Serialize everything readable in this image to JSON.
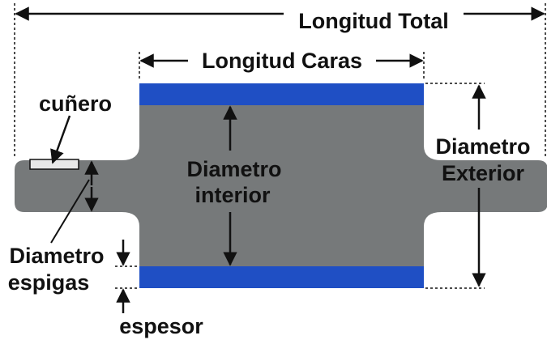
{
  "labels": {
    "longitud_total": "Longitud Total",
    "longitud_caras": "Longitud Caras",
    "cunero": "cuñero",
    "diametro_interior_line1": "Diametro",
    "diametro_interior_line2": "interior",
    "diametro_exterior_line1": "Diametro",
    "diametro_exterior_line2": "Exterior",
    "diametro_espigas_line1": "Diametro",
    "diametro_espigas_line2": "espigas",
    "espesor": "espesor"
  },
  "colors": {
    "roller_body": "#76797a",
    "face_bands": "#1f4fc4",
    "background": "#ffffff",
    "lines": "#111111"
  }
}
